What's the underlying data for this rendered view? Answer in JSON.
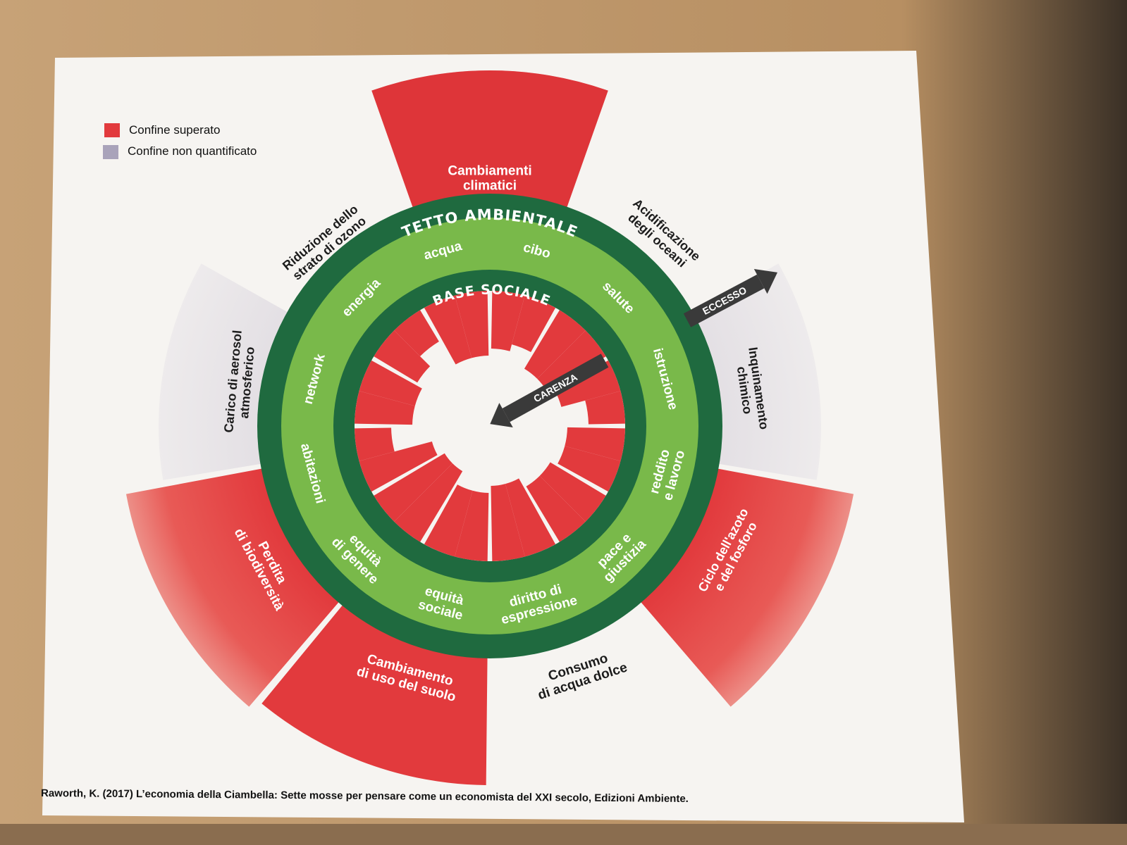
{
  "legend": {
    "items": [
      {
        "label": "Confine superato",
        "color": "#e23a3d"
      },
      {
        "label": "Confine non quantificato",
        "color": "#a9a3ba"
      }
    ]
  },
  "ring_labels": {
    "outer": "TETTO AMBIENTALE",
    "inner": "BASE SOCIALE"
  },
  "arrows": {
    "excess": "ECCESSO",
    "shortfall": "CARENZA"
  },
  "ecological_ceiling": [
    {
      "id": "climate",
      "label_lines": [
        "Cambiamenti",
        "climatici"
      ],
      "status": "exceeded"
    },
    {
      "id": "ocean",
      "label_lines": [
        "Acidificazione",
        "degli oceani"
      ],
      "status": "within"
    },
    {
      "id": "chemical",
      "label_lines": [
        "Inquinamento",
        "chimico"
      ],
      "status": "not_quantified"
    },
    {
      "id": "nitrogen",
      "label_lines": [
        "Ciclo dell'azoto",
        "e del fosforo"
      ],
      "status": "exceeded"
    },
    {
      "id": "water",
      "label_lines": [
        "Consumo",
        "di acqua dolce"
      ],
      "status": "within"
    },
    {
      "id": "land",
      "label_lines": [
        "Cambiamento",
        "di uso del suolo"
      ],
      "status": "exceeded"
    },
    {
      "id": "biodiversity",
      "label_lines": [
        "Perdita",
        "di biodiversità"
      ],
      "status": "exceeded"
    },
    {
      "id": "aerosol",
      "label_lines": [
        "Carico di aerosol",
        "atmosferico"
      ],
      "status": "not_quantified"
    },
    {
      "id": "ozone",
      "label_lines": [
        "Riduzione dello",
        "strato di ozono"
      ],
      "status": "within"
    }
  ],
  "social_foundation": [
    {
      "label_lines": [
        "cibo"
      ]
    },
    {
      "label_lines": [
        "salute"
      ]
    },
    {
      "label_lines": [
        "istruzione"
      ]
    },
    {
      "label_lines": [
        "reddito",
        "e lavoro"
      ]
    },
    {
      "label_lines": [
        "pace e",
        "giustizia"
      ]
    },
    {
      "label_lines": [
        "diritto di",
        "espressione"
      ]
    },
    {
      "label_lines": [
        "equità",
        "sociale"
      ]
    },
    {
      "label_lines": [
        "equità",
        "di genere"
      ]
    },
    {
      "label_lines": [
        "abitazioni"
      ]
    },
    {
      "label_lines": [
        "network"
      ]
    },
    {
      "label_lines": [
        "energia"
      ]
    },
    {
      "label_lines": [
        "acqua"
      ]
    }
  ],
  "citation": "Raworth, K. (2017) L’economia della Ciambella: Sette mosse per pensare come un economista del XXI secolo, Edizioni Ambiente."
}
